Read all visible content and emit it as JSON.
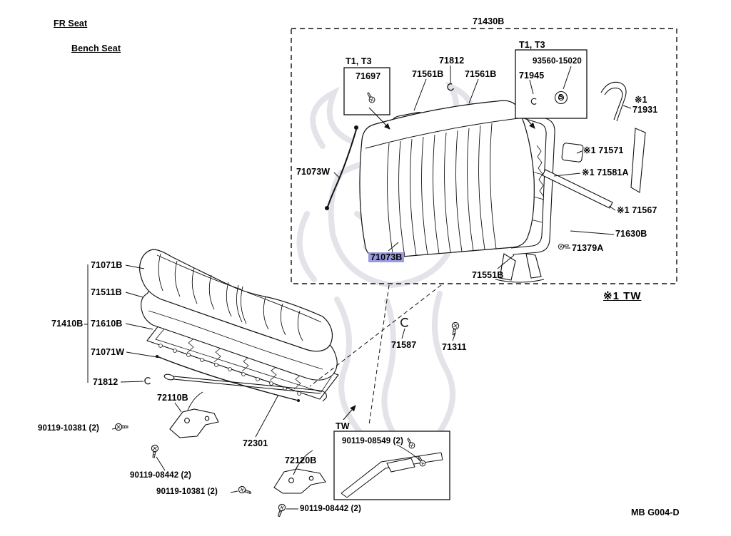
{
  "header": {
    "seat_type_1": "FR Seat",
    "seat_type_2": "Bench Seat"
  },
  "assembly": {
    "main_label": "71430B",
    "variant_note": "※1 TW",
    "tw_marker": "TW"
  },
  "inset_boxes": {
    "left_title": "T1, T3",
    "left_part": "71697",
    "right_title": "T1, T3",
    "right_part_main": "93560-15020",
    "right_part_sub": "71945",
    "right_s_mark": "S",
    "bottom_part": "90119-08549 (2)"
  },
  "part_labels": {
    "p71561b_left": "71561B",
    "p71812_top": "71812",
    "p71561b_right": "71561B",
    "p71931_prefix": "※1",
    "p71931": "71931",
    "p71073w": "71073W",
    "p71571": "※1 71571",
    "p71581a": "※1 71581A",
    "p71567": "※1 71567",
    "p71630b": "71630B",
    "p71379a": "71379A",
    "p71073b_highlighted": "71073B",
    "p71551b": "71551B",
    "p71071b": "71071B",
    "p71511b": "71511B",
    "p71410b": "71410B",
    "p71610b": "71610B",
    "p71071w": "71071W",
    "p71812_bottom": "71812",
    "p72110b": "72110B",
    "p90119_10381_upper": "90119-10381 (2)",
    "p72301": "72301",
    "p90119_08442_upper": "90119-08442 (2)",
    "p90119_10381_lower": "90119-10381 (2)",
    "p72120b": "72120B",
    "p90119_08442_lower": "90119-08442 (2)",
    "p71587": "71587",
    "p71311": "71311"
  },
  "footer": {
    "drawing_code": "MB G004-D"
  },
  "colors": {
    "highlight": "#9a9ade",
    "line": "#111111",
    "watermark": "#e3e3e9"
  }
}
